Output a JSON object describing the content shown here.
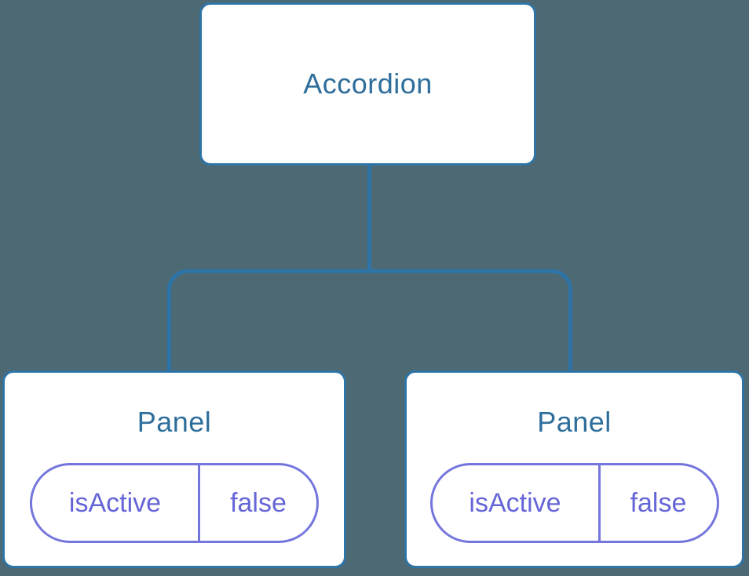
{
  "diagram": {
    "root": {
      "label": "Accordion"
    },
    "panels": [
      {
        "label": "Panel",
        "state": {
          "key": "isActive",
          "value": "false"
        }
      },
      {
        "label": "Panel",
        "state": {
          "key": "isActive",
          "value": "false"
        }
      }
    ]
  },
  "colors": {
    "background": "#4d6974",
    "node_fill": "#ffffff",
    "node_border": "#2e74a6",
    "connector": "#2e74a6",
    "node_label_text": "#2e6e9b",
    "state_pill_border": "#7476dd",
    "state_pill_text": "#6565d8"
  }
}
